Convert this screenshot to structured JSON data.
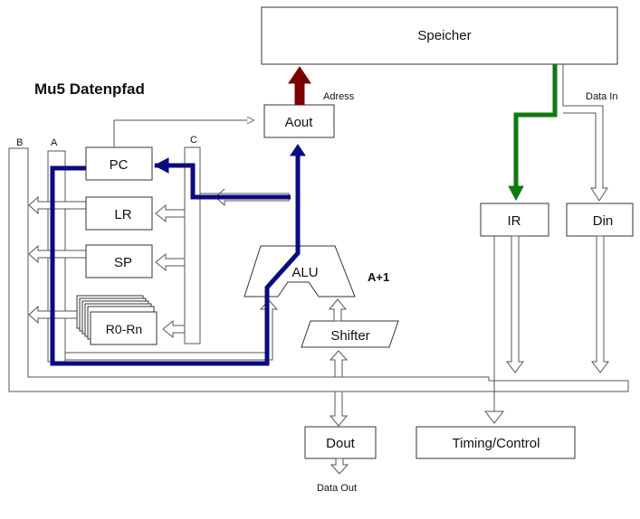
{
  "title": "Mu5 Datenpfad",
  "memory": {
    "label": "Speicher"
  },
  "registers": {
    "pc": "PC",
    "lr": "LR",
    "sp": "SP",
    "r": "R0-Rn",
    "aout": "Aout",
    "ir": "IR",
    "din": "Din",
    "dout": "Dout"
  },
  "units": {
    "alu": "ALU",
    "shifter": "Shifter",
    "timing": "Timing/Control"
  },
  "bus_labels": {
    "a": "A",
    "b": "B",
    "c": "C"
  },
  "signal_labels": {
    "adress": "Adress",
    "data_in": "Data In",
    "data_out": "Data Out",
    "a_plus_1": "A+1"
  },
  "colors": {
    "highlight_path": "#0a0a82",
    "address_out": "#7a0000",
    "memory_to_ir": "#0f7a0f"
  }
}
